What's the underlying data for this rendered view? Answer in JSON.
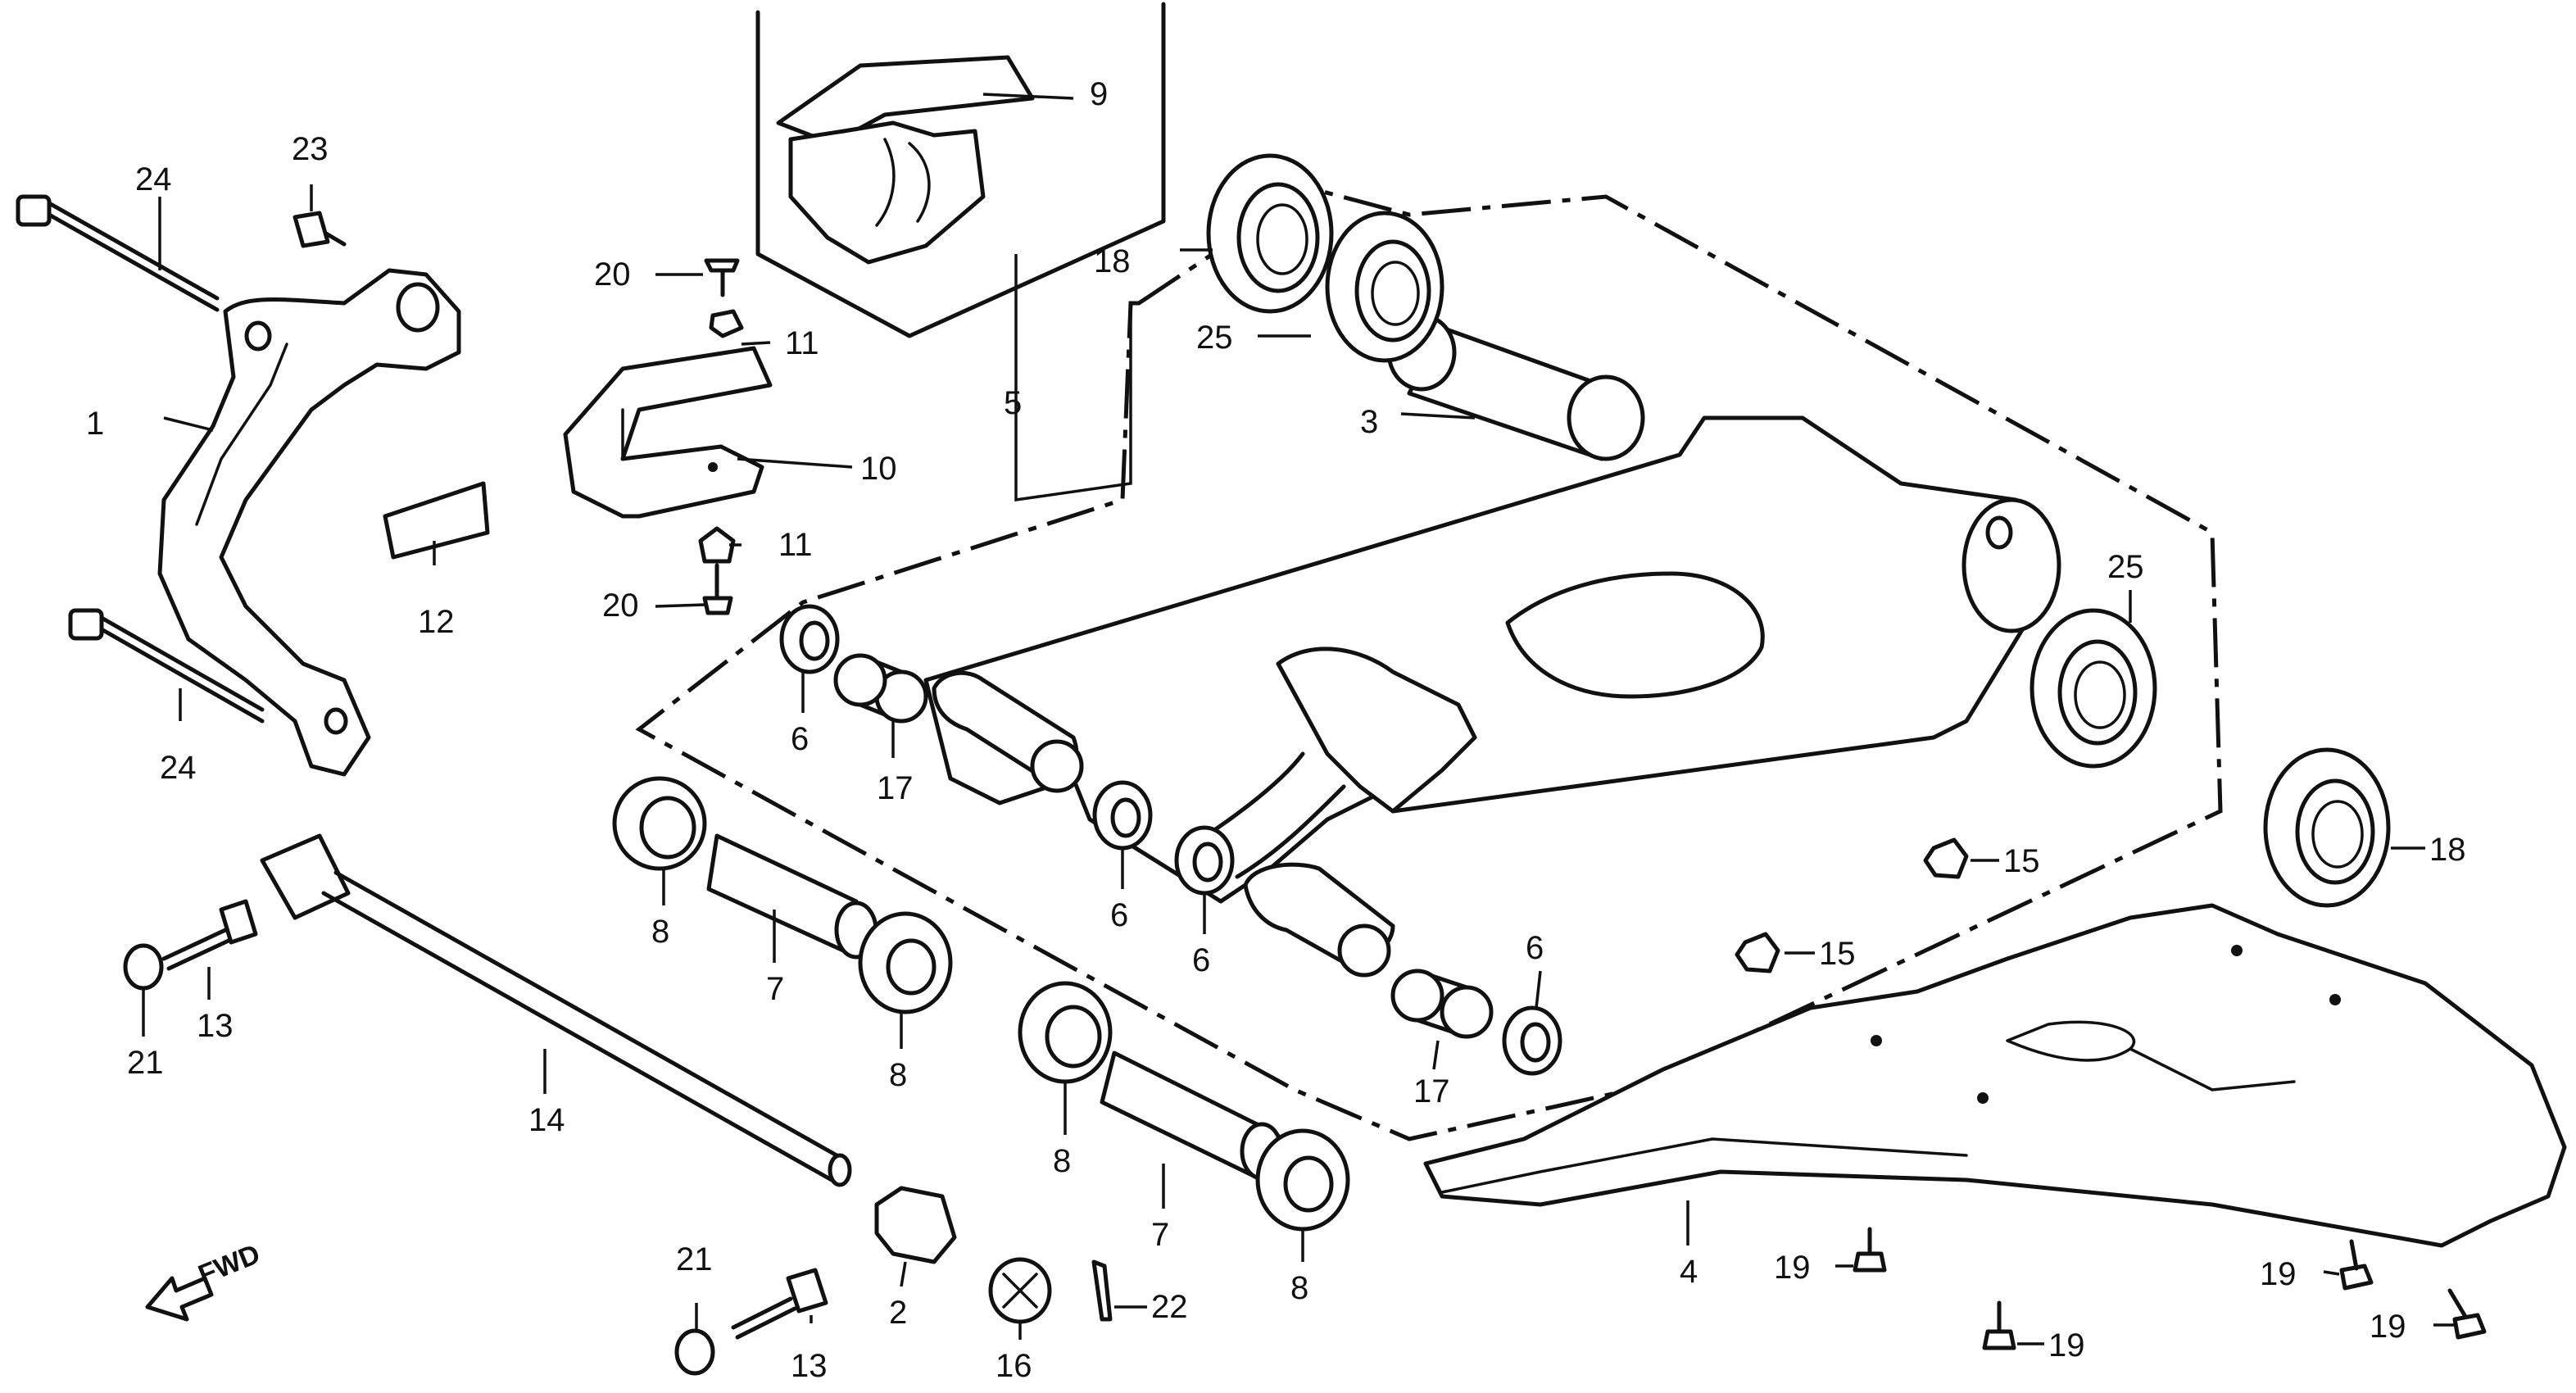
{
  "diagram": {
    "direction_label": "FWD",
    "callouts": {
      "c1": "1",
      "c2": "2",
      "c3": "3",
      "c4": "4",
      "c5": "5",
      "c6a": "6",
      "c6b": "6",
      "c6c": "6",
      "c6d": "6",
      "c7a": "7",
      "c7b": "7",
      "c8a": "8",
      "c8b": "8",
      "c8c": "8",
      "c8d": "8",
      "c9": "9",
      "c10": "10",
      "c11a": "11",
      "c11b": "11",
      "c12": "12",
      "c13a": "13",
      "c13b": "13",
      "c14": "14",
      "c15a": "15",
      "c15b": "15",
      "c16": "16",
      "c17a": "17",
      "c17b": "17",
      "c18a": "18",
      "c18b": "18",
      "c19a": "19",
      "c19b": "19",
      "c19c": "19",
      "c19d": "19",
      "c20a": "20",
      "c20b": "20",
      "c21a": "21",
      "c21b": "21",
      "c22": "22",
      "c23": "23",
      "c24a": "24",
      "c24b": "24",
      "c25a": "25",
      "c25b": "25"
    }
  }
}
